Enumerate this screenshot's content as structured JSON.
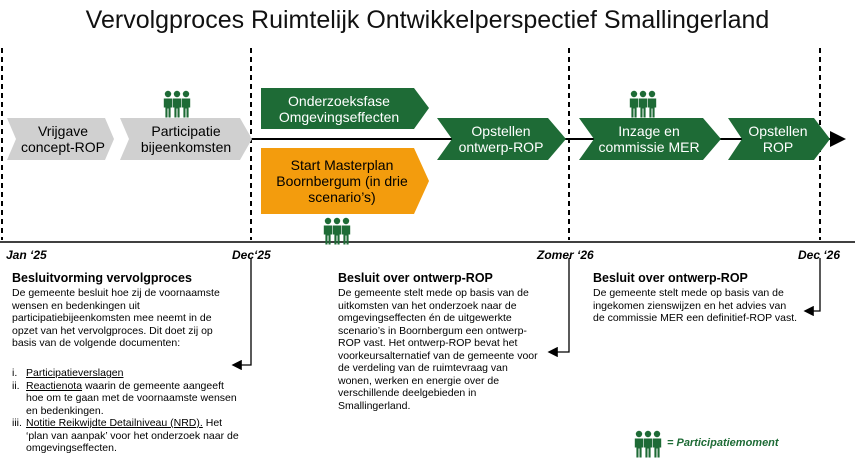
{
  "title": "Vervolgproces Ruimtelijk Ontwikkelperspectief Smallingerland",
  "colors": {
    "grey": "#d0d0d0",
    "green": "#1e6b36",
    "orange": "#f39c0d",
    "line": "#000000"
  },
  "timeline": {
    "dates": [
      "Jan ‘25",
      "Dec‘25",
      "Zomer ‘26",
      "Dec ‘26"
    ]
  },
  "steps": [
    {
      "label": "Vrijgave concept-ROP",
      "color": "grey"
    },
    {
      "label": "Participatie bijeenkomsten",
      "color": "grey"
    },
    {
      "label": "Onderzoeksfase Omgevingseffecten",
      "color": "green"
    },
    {
      "label": "Start Masterplan Boornbergum (in drie scenario’s)",
      "color": "orange"
    },
    {
      "label": "Opstellen ontwerp-ROP",
      "color": "green"
    },
    {
      "label": "Inzage en commissie MER",
      "color": "green"
    },
    {
      "label": "Opstellen ROP",
      "color": "green"
    }
  ],
  "participation_icon": "people-group-icon",
  "columns": [
    {
      "heading": "Besluitvorming vervolgproces",
      "text": "De gemeente besluit hoe zij de voornaamste wensen en bedenkingen uit participatiebijeenkomsten mee neemt in de opzet van het vervolgproces. Dit doet zij op basis van de volgende documenten:",
      "items": [
        {
          "num": "i.",
          "link": "Participatieverslagen",
          "rest": ""
        },
        {
          "num": "ii.",
          "link": "Reactienota",
          "rest": " waarin de gemeente aangeeft hoe om te gaan met de voornaamste wensen en bedenkingen."
        },
        {
          "num": "iii.",
          "link": "Notitie Reikwijdte Detailniveau (NRD).",
          "rest": " Het ‘plan van aanpak’ voor het onderzoek naar de omgevingseffecten."
        }
      ]
    },
    {
      "heading": "Besluit over ontwerp-ROP",
      "text": "De gemeente stelt mede op basis van de uitkomsten van het onderzoek naar de omgevingseffecten én de uitgewerkte scenario’s in Boornbergum een ontwerp-ROP vast. Het ontwerp-ROP bevat het voorkeursalternatief van de gemeente voor de verdeling van de ruimtevraag van wonen, werken en energie over de verschillende deelgebieden in Smallingerland."
    },
    {
      "heading": "Besluit over ontwerp-ROP",
      "text": "De gemeente stelt mede op basis van de ingekomen zienswijzen en het advies van de commissie MER een definitief-ROP vast."
    }
  ],
  "legend": {
    "label": "= Participatiemoment"
  }
}
